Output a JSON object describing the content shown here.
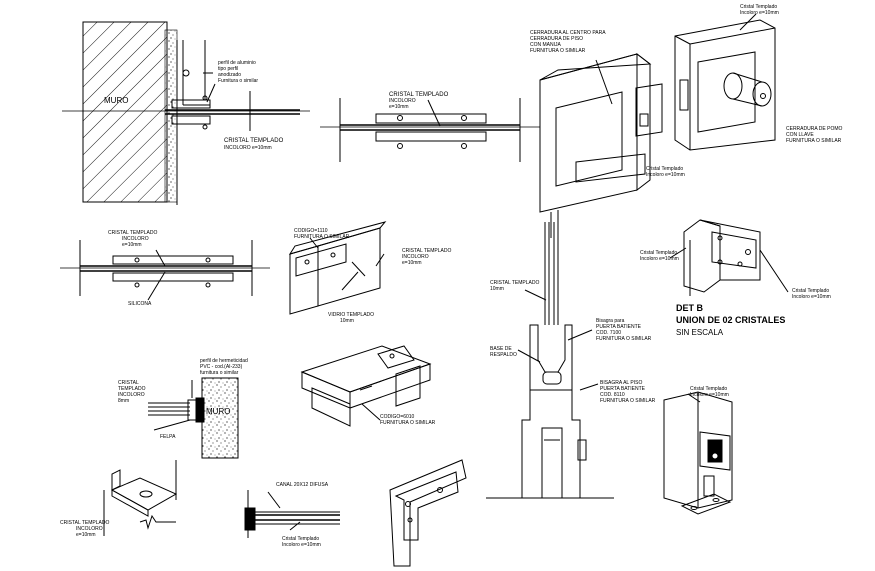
{
  "labels": {
    "muro_1": "MURO",
    "wall_note_1": "perfil de aluminio",
    "wall_note_2": "tipo perfil",
    "wall_note_3": "anodizado",
    "wall_note_4": "Furnitura o similar",
    "cristal_top_1": "CRISTAL TEMPLADO",
    "cristal_top_2": "INCOLORO  e=10mm",
    "center_1": "CRISTAL TEMPLADO",
    "center_2": "INCOLORO",
    "center_3": "e=10mm",
    "cerradura_1": "CERRADURA AL CENTRO PARA",
    "cerradura_2": "CERRADURA DE PISO",
    "cerradura_3": "CON MANIJA",
    "cerradura_4": "FURNITURA O SIMILAR",
    "cristal_lock_1": "Cristal Templado",
    "cristal_lock_2": "Incoloro e=10mm",
    "knob_top_1": "Cristal Templado",
    "knob_top_2": "Incoloro e=10mm",
    "knob_side_1": "CERRADURA DE POMO",
    "knob_side_2": "CON LLAVE",
    "knob_side_3": "FURNITURA O SIMILAR",
    "left2_1": "CRISTAL TEMPLADO",
    "left2_2": "INCOLORO",
    "left2_3": "e=10mm",
    "silicona": "SILICONA",
    "cod_1": "CODIGO=1110",
    "cod_2": "FURNITURA O SIMILAR",
    "ct_right_1": "CRISTAL TEMPLADO",
    "ct_right_2": "INCOLORO",
    "ct_right_3": "e=10mm",
    "vidrio_1": "VIDRIO TEMPLADO",
    "vidrio_2": "10mm",
    "post_1": "CRISTAL TEMPLADO",
    "post_2": "10mm",
    "post_2_1": "BASE DE",
    "post_2_2": "RESPALDO",
    "bisagra_1": "Bisagra para",
    "bisagra_2": "PUERTA BATIENTE",
    "bisagra_3": "COD. 7100",
    "bisagra_4": "FURNITURA O SIMILAR",
    "bisagra_low_1": "BISAGRA AL PISO",
    "bisagra_low_2": "PUERTA BATIENTE",
    "bisagra_low_3": "COD. 8110",
    "bisagra_low_4": "FURNITURA O SIMILAR",
    "cristal_top_clamp_1": "Cristal Templado",
    "cristal_top_clamp_2": "Incoloro e=10mm",
    "cristal_right_clamp_1": "Cristal Templado",
    "cristal_right_clamp_2": "Incoloro e=10mm",
    "det_title": "DET B",
    "det_sub": "UNION DE 02 CRISTALES",
    "det_scale": "SIN ESCALA",
    "profile_1": "perfil de hermeticidad",
    "profile_2": "PVC - cod.(AI-233)",
    "profile_3": "furnitura o similar",
    "cristal_low_1": "CRISTAL",
    "cristal_low_2": "TEMPLADO",
    "cristal_low_3": "INCOLORO",
    "cristal_low_4": "8mm",
    "muro_2": "MURO",
    "felpa": "FELPA",
    "cod_low_1": "CODIGO=6010",
    "cod_low_2": "FURNITURA O SIMILAR",
    "bottom_left_1": "CRISTAL TEMPLADO",
    "bottom_left_2": "INCOLORO",
    "bottom_left_3": "e=10mm",
    "canal_label": "CANAL  20X12 DIFUSA",
    "canal_c1": "Cristal Templado",
    "canal_c2": "Incoloro e=10mm",
    "lockbox_1": "Cristal Templado",
    "lockbox_2": "Incoloro e=10mm"
  }
}
